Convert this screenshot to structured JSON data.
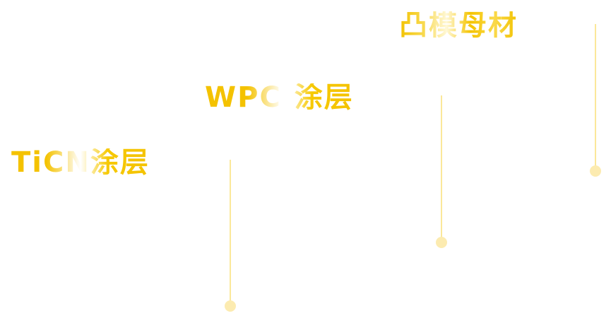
{
  "labels": {
    "punch_base": "凸模母材",
    "wpc_name": "WPC",
    "wpc_mark": "®",
    "wpc_suffix": "涂层",
    "ticn": "TiCN涂层"
  },
  "colors": {
    "accent": "#F5C400",
    "leader_line": "#FBE89A",
    "marker": "#FCEBB0"
  }
}
